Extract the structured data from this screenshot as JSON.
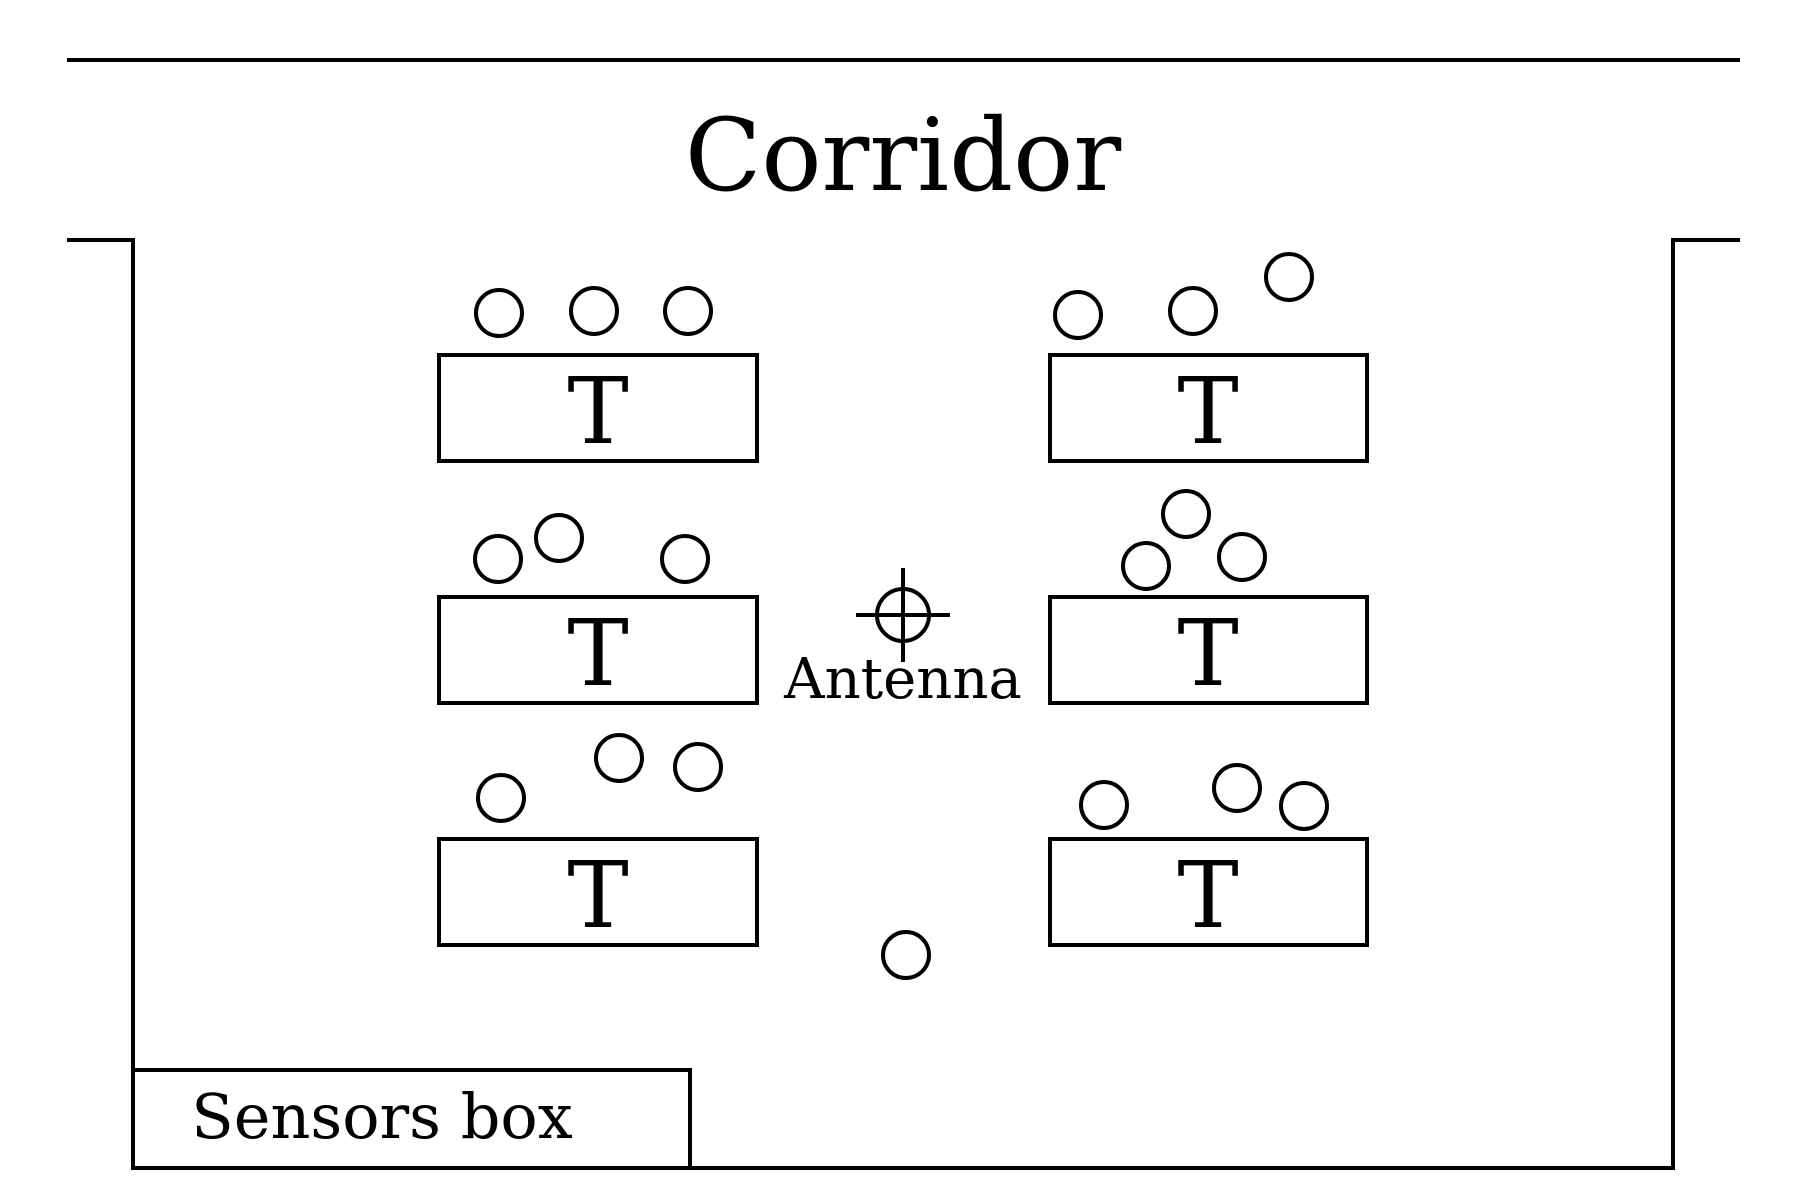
{
  "corridor_label": "Corridor",
  "antenna_label": "Antenna",
  "sensors_box_label": "Sensors box",
  "tables": [
    {
      "label": "T",
      "side": "left",
      "row": 1
    },
    {
      "label": "T",
      "side": "right",
      "row": 1
    },
    {
      "label": "T",
      "side": "left",
      "row": 2
    },
    {
      "label": "T",
      "side": "right",
      "row": 2
    },
    {
      "label": "T",
      "side": "left",
      "row": 3
    },
    {
      "label": "T",
      "side": "right",
      "row": 3
    }
  ],
  "people_count": 19,
  "colors": {
    "line": "#000000",
    "background": "#ffffff"
  }
}
